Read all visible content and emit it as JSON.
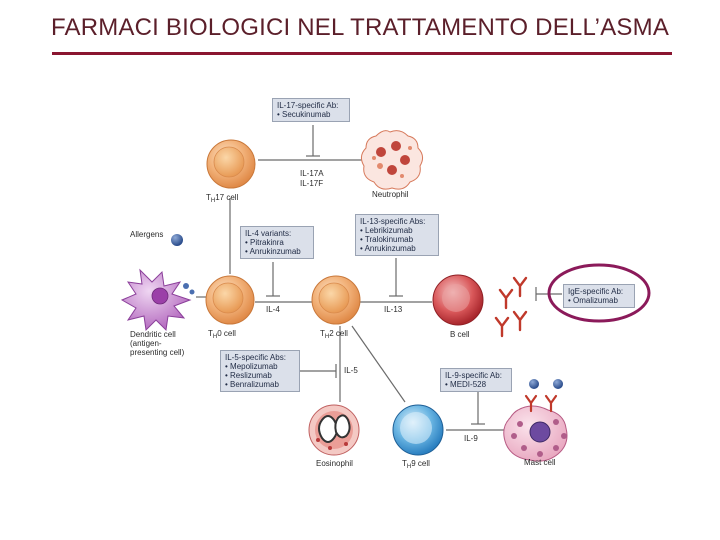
{
  "title": "FARMACI BIOLOGICI NEL TRATTAMENTO DELL’ASMA",
  "colors": {
    "title": "#5b1f2a",
    "rule": "#8a1530",
    "highlight": "#8b1a5a",
    "box_fill": "#dbe0ea"
  },
  "boxes": {
    "il17": [
      "IL-17-specific Ab:",
      "• Secukinumab"
    ],
    "il4": [
      "IL-4 variants:",
      "• Pitrakinra",
      "• Anrukinzumab"
    ],
    "il13": [
      "IL-13-specific Abs:",
      "• Lebrikizumab",
      "• Tralokinumab",
      "• Anrukinzumab"
    ],
    "ige": [
      "IgE-specific Ab:",
      "• Omalizumab"
    ],
    "il5": [
      "IL-5-specific Abs:",
      "• Mepolizumab",
      "• Reslizumab",
      "• Benralizumab"
    ],
    "il9": [
      "IL-9-specific Ab:",
      "• MEDI-528"
    ]
  },
  "labels": {
    "th17_main": "T",
    "th17_sub": "H",
    "th17_end": "17 cell",
    "neutrophil": "Neutrophil",
    "il17a": "IL-17A",
    "il17f": "IL-17F",
    "allergens": "Allergens",
    "dendritic": [
      "Dendritic cell",
      "(antigen-",
      "presenting cell)"
    ],
    "th0_main": "T",
    "th0_sub": "H",
    "th0_end": "0 cell",
    "th2_main": "T",
    "th2_sub": "H",
    "th2_end": "2 cell",
    "il4": "IL-4",
    "il13": "IL-13",
    "bcell": "B cell",
    "il5": "IL-5",
    "eosinophil": "Eosinophil",
    "th9_main": "T",
    "th9_sub": "H",
    "th9_end": "9 cell",
    "il9": "IL-9",
    "mastcell": "Mast cell"
  }
}
